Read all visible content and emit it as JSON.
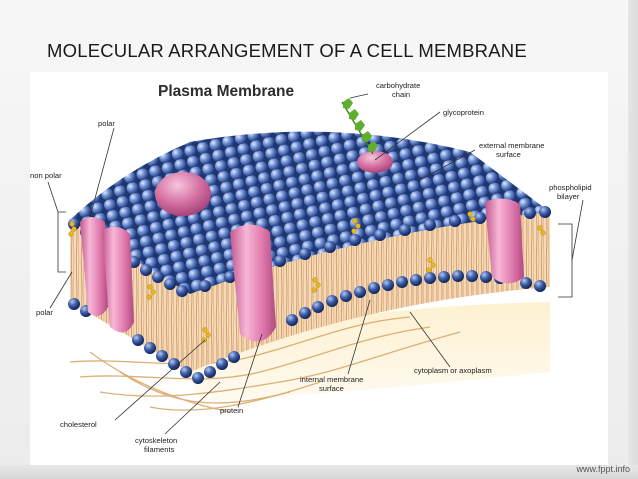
{
  "slide": {
    "title": "MOLECULAR ARRANGEMENT OF A CELL MEMBRANE",
    "footer": "www.fppt.info"
  },
  "figure": {
    "title": "Plasma Membrane",
    "labels": {
      "carbohydrate_1": "carbohydrate",
      "carbohydrate_2": "chain",
      "glycoprotein": "glycoprotein",
      "external_1": "external membrane",
      "external_2": "surface",
      "phospholipid_1": "phospholipid",
      "phospholipid_2": "bilayer",
      "polar_top": "polar",
      "non_polar": "non polar",
      "polar_bottom": "polar",
      "cytoplasm": "cytoplasm or axoplasm",
      "internal_1": "internal membrane",
      "internal_2": "surface",
      "protein": "protein",
      "cholesterol": "cholesterol",
      "cytoskeleton_1": "cytoskeleton",
      "cytoskeleton_2": "filaments"
    },
    "colors": {
      "head": "#5a7fc4",
      "head_dark": "#24428a",
      "tail": "#d9a868",
      "protein": "#e58ab8",
      "cholesterol": "#e6b81e",
      "glycan": "#5fae2e"
    }
  }
}
